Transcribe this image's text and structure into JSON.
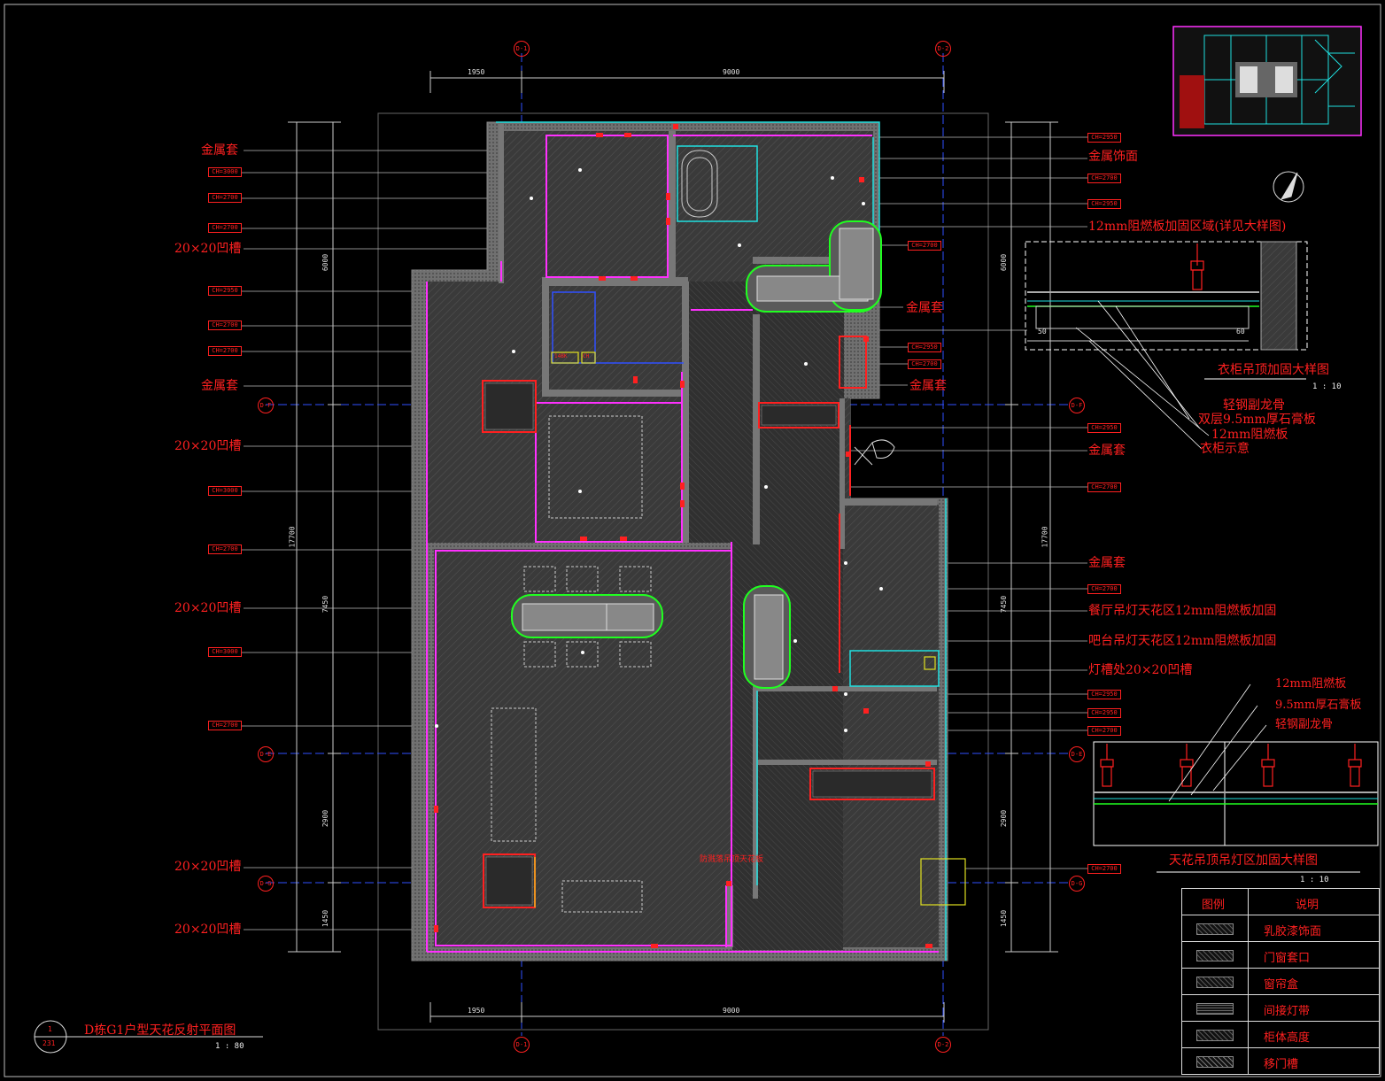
{
  "left_labels": [
    {
      "text": "金属套"
    },
    {
      "text": "CH=3000"
    },
    {
      "text": "CH=2700"
    },
    {
      "text": "CH=2700"
    },
    {
      "text": "20×20凹槽"
    },
    {
      "text": "CH=2950"
    },
    {
      "text": "CH=2700"
    },
    {
      "text": "CH=2700"
    },
    {
      "text": "金属套"
    },
    {
      "text": "20×20凹槽"
    },
    {
      "text": "CH=3000"
    },
    {
      "text": "CH=2700"
    },
    {
      "text": "20×20凹槽"
    },
    {
      "text": "CH=3000"
    },
    {
      "text": "CH=2700"
    },
    {
      "text": "20×20凹槽"
    },
    {
      "text": "20×20凹槽"
    }
  ],
  "right_labels": [
    {
      "text": "CH=2950"
    },
    {
      "text": "金属饰面"
    },
    {
      "text": "CH=2700"
    },
    {
      "text": "CH=2950"
    },
    {
      "text": "12mm阻燃板加固区域(详见大样图)"
    },
    {
      "text": "CH=2700"
    },
    {
      "text": "金属套"
    },
    {
      "text": "CH=2950"
    },
    {
      "text": "CH=2700"
    },
    {
      "text": "金属套"
    },
    {
      "text": "CH=2950"
    },
    {
      "text": "金属套"
    },
    {
      "text": "CH=2700"
    },
    {
      "text": "金属套"
    },
    {
      "text": "CH=2700"
    },
    {
      "text": "餐厅吊灯天花区12mm阻燃板加固"
    },
    {
      "text": "吧台吊灯天花区12mm阻燃板加固"
    },
    {
      "text": "灯槽处20×20凹槽"
    },
    {
      "text": "CH=2950"
    },
    {
      "text": "CH=2950"
    },
    {
      "text": "CH=2700"
    },
    {
      "text": "CH=2700"
    }
  ],
  "dimensions": {
    "top_left": "1950",
    "top_right": "9000",
    "bottom_left": "1950",
    "bottom_right": "9000",
    "left_a": "6000",
    "left_total": "17700",
    "left_b": "7450",
    "left_c": "2900",
    "left_d": "1450",
    "right_a": "6000",
    "right_total": "17700",
    "right_b": "7450",
    "right_c": "2900",
    "right_d": "1450"
  },
  "grid_bubbles": {
    "top": [
      "D-1",
      "D-2"
    ],
    "bottom": [
      "D-1",
      "D-2"
    ],
    "left": [
      "D-F",
      "D-E",
      "D-G"
    ],
    "right": [
      "D-F",
      "D-E",
      "D-G"
    ]
  },
  "plan_tags": [
    "14BK",
    "CH"
  ],
  "plan_note": "防溅落吊顶天花板",
  "detail1": {
    "title": "衣柜吊顶加固大样图",
    "scale": "1 : 10",
    "dim1": "50",
    "dim2": "60",
    "callouts": [
      "轻钢副龙骨",
      "双层9.5mm厚石膏板",
      "12mm阻燃板",
      "衣柜示意"
    ]
  },
  "detail2": {
    "title": "天花吊顶吊灯区加固大样图",
    "scale": "1 : 10",
    "callouts": [
      "12mm阻燃板",
      "9.5mm厚石膏板",
      "轻钢副龙骨"
    ]
  },
  "legend": {
    "header_left": "图例",
    "header_right": "说明",
    "rows": [
      "乳胶漆饰面",
      "门窗套口",
      "窗帘盒",
      "间接灯带",
      "柜体高度",
      "移门槽"
    ]
  },
  "title_block": {
    "title": "D栋G1户型天花反射平面图",
    "scale": "1 : 80",
    "bubble_top": "1",
    "bubble_bottom": "231"
  },
  "colors": {
    "background": "#000000",
    "annotation": "#ff2020",
    "wall": "#6a6a6a",
    "magenta": "#ff30ff",
    "cyan": "#20e0e0",
    "green": "#20ff20",
    "blue_grid": "#3050ff"
  }
}
